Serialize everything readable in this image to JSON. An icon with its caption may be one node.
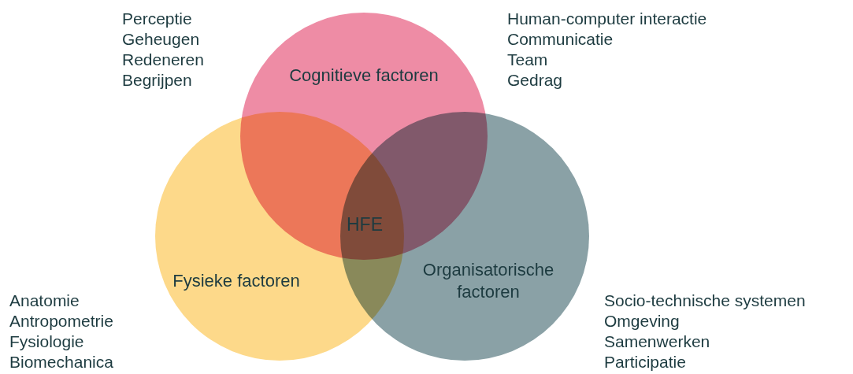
{
  "diagram": {
    "nodes": [
      {
        "text": [
          "Cognitieve factoren"
        ]
      },
      {
        "text": [
          "Fysieke factoren"
        ]
      },
      {
        "text": [
          "Organisatorische factoren"
        ]
      }
    ],
    "edges": [],
    "labels": [
      "Perceptie",
      "Geheugen",
      "Redeneren",
      "Begrijpen",
      "Human-computer interactie",
      "Communicatie",
      "Team",
      "Gedrag",
      "HFE",
      "Anatomie",
      "Antropometrie",
      "Fysiologie",
      "Biomechanica",
      "Socio-technische systemen",
      "Omgeving",
      "Samenwerken",
      "Participatie"
    ]
  }
}
